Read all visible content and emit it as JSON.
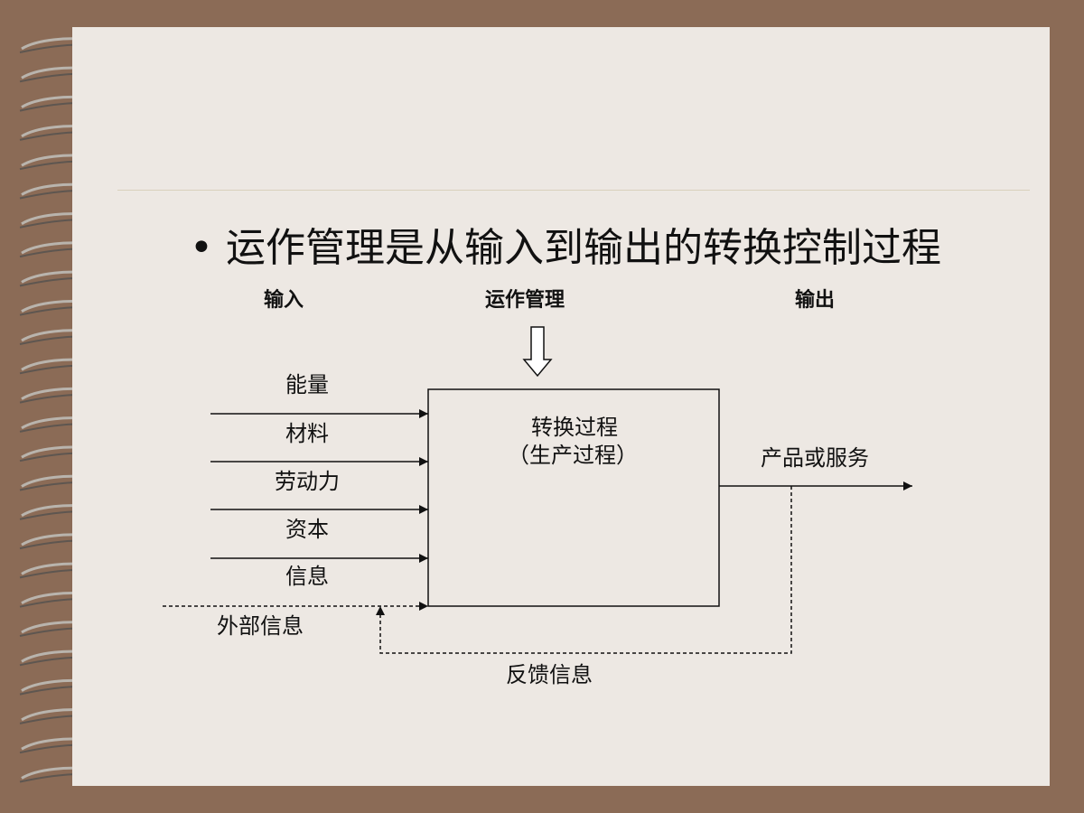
{
  "slide": {
    "bullet": "•",
    "title": "运作管理是从输入到输出的转换控制过程"
  },
  "headers": {
    "input": "输入",
    "operations": "运作管理",
    "output": "输出"
  },
  "inputs": [
    "能量",
    "材料",
    "劳动力",
    "资本",
    "信息"
  ],
  "external_info": "外部信息",
  "process": {
    "line1": "转换过程",
    "line2": "（生产过程）"
  },
  "output_label": "产品或服务",
  "feedback_label": "反馈信息"
}
